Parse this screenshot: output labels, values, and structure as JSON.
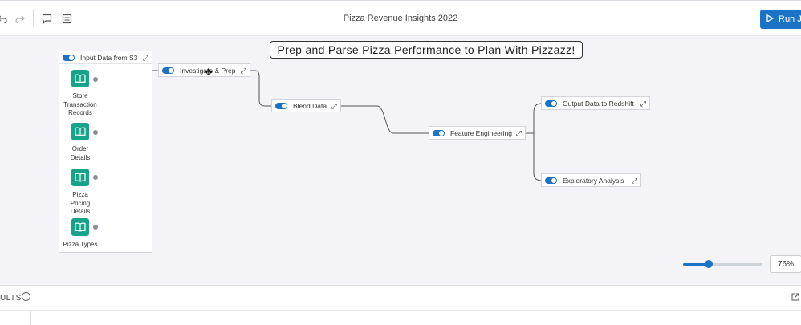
{
  "toolbar": {
    "title": "Pizza Revenue Insights 2022",
    "run_label": "Run Jo",
    "icons": [
      "undo-icon",
      "redo-icon",
      "comment-icon",
      "notes-icon",
      "play-icon"
    ]
  },
  "canvas": {
    "banner": "Prep and Parse Pizza Performance to Plan With Pizzazz!",
    "group": {
      "title": "Input Data from S3",
      "datasets": [
        {
          "label": "Store Transaction Records",
          "lines": [
            "Store",
            "Transaction",
            "Records"
          ]
        },
        {
          "label": "Order Details",
          "lines": [
            "Order",
            "Details"
          ]
        },
        {
          "label": "Pizza Pricing Details",
          "lines": [
            "Pizza",
            "Pricing",
            "Details"
          ]
        },
        {
          "label": "Pizza Types",
          "lines": [
            "Pizza Types"
          ]
        }
      ]
    },
    "nodes": [
      {
        "id": "investigate",
        "label": "Investigate & Prep",
        "enabled": true
      },
      {
        "id": "blend",
        "label": "Blend Data",
        "enabled": true
      },
      {
        "id": "feature",
        "label": "Feature Engineering",
        "enabled": true
      },
      {
        "id": "output",
        "label": "Output Data to Redshift",
        "enabled": true
      },
      {
        "id": "exploratory",
        "label": "Exploratory Analysis",
        "enabled": true
      }
    ]
  },
  "zoom": {
    "value": 0.76,
    "label": "76%"
  },
  "results": {
    "label": "ULTS"
  },
  "colors": {
    "accent": "#1a73c7",
    "dataset": "#17a38a",
    "canvas": "#f4f4f8"
  }
}
